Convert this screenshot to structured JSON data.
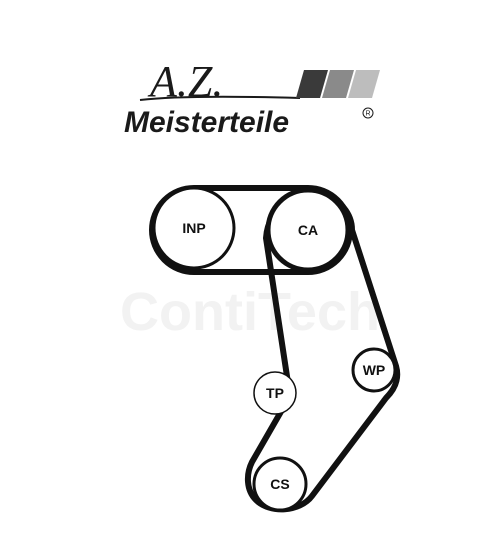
{
  "logo": {
    "mark": "A.Z.",
    "name": "Meisterteile",
    "registered": "R"
  },
  "watermark": "ContiTech",
  "pulleys": {
    "inp": "INP",
    "ca": "CA",
    "wp": "WP",
    "tp": "TP",
    "cs": "CS"
  },
  "colors": {
    "belt": "#111111",
    "text": "#1a1a1a",
    "stripe_dark": "#3a3a3a",
    "stripe_mid": "#8a8a8a",
    "stripe_light": "#bdbdbd",
    "background": "#ffffff"
  }
}
